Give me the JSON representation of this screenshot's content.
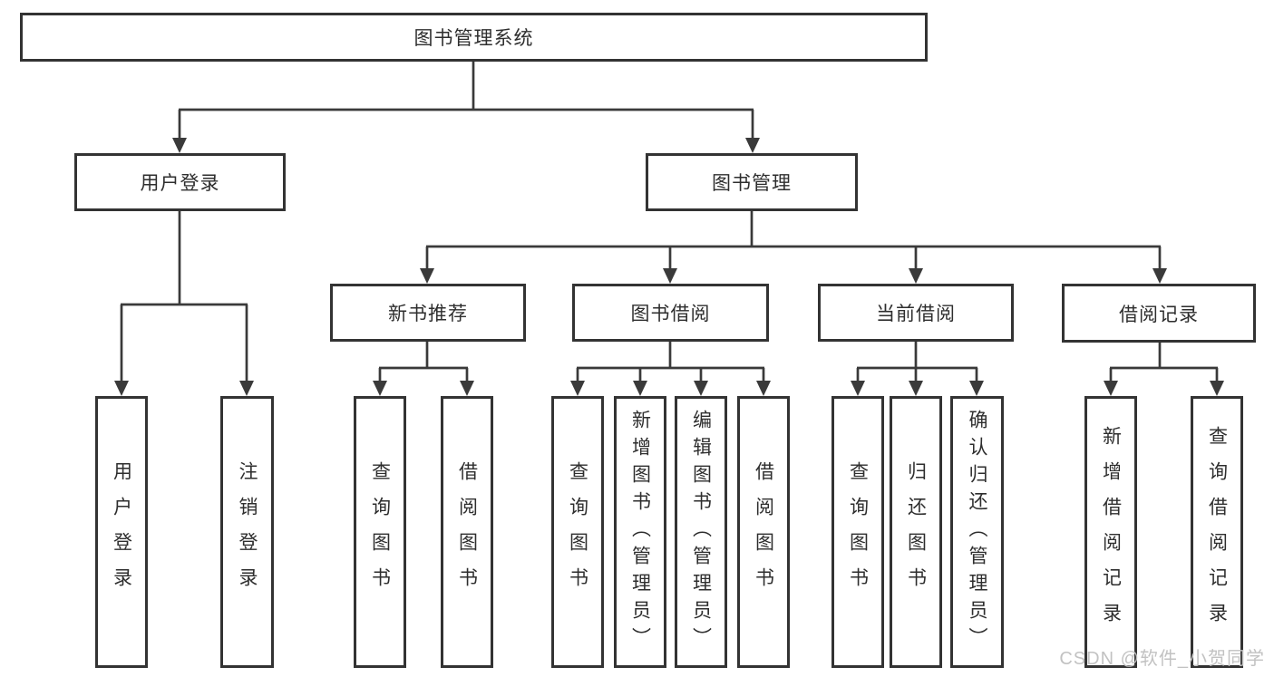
{
  "tree": {
    "label": "图书管理系统",
    "children": [
      {
        "label": "用户登录",
        "children": [
          {
            "label": "用户登录"
          },
          {
            "label": "注销登录"
          }
        ]
      },
      {
        "label": "图书管理",
        "children": [
          {
            "label": "新书推荐",
            "children": [
              {
                "label": "查询图书"
              },
              {
                "label": "借阅图书"
              }
            ]
          },
          {
            "label": "图书借阅",
            "children": [
              {
                "label": "查询图书"
              },
              {
                "label": "新增图书（管理员）"
              },
              {
                "label": "编辑图书（管理员）"
              },
              {
                "label": "借阅图书"
              }
            ]
          },
          {
            "label": "当前借阅",
            "children": [
              {
                "label": "查询图书"
              },
              {
                "label": "归还图书"
              },
              {
                "label": "确认归还（管理员）"
              }
            ]
          },
          {
            "label": "借阅记录",
            "children": [
              {
                "label": "新增借阅记录"
              },
              {
                "label": "查询借阅记录"
              }
            ]
          }
        ]
      }
    ]
  },
  "watermark": {
    "text": "CSDN @软件_小贺同学"
  },
  "colors": {
    "line": "#3a3a3a",
    "box_border": "#333333",
    "box_fill": "#ffffff",
    "text": "#2e2e2e",
    "watermark": "#c2c2c2"
  }
}
